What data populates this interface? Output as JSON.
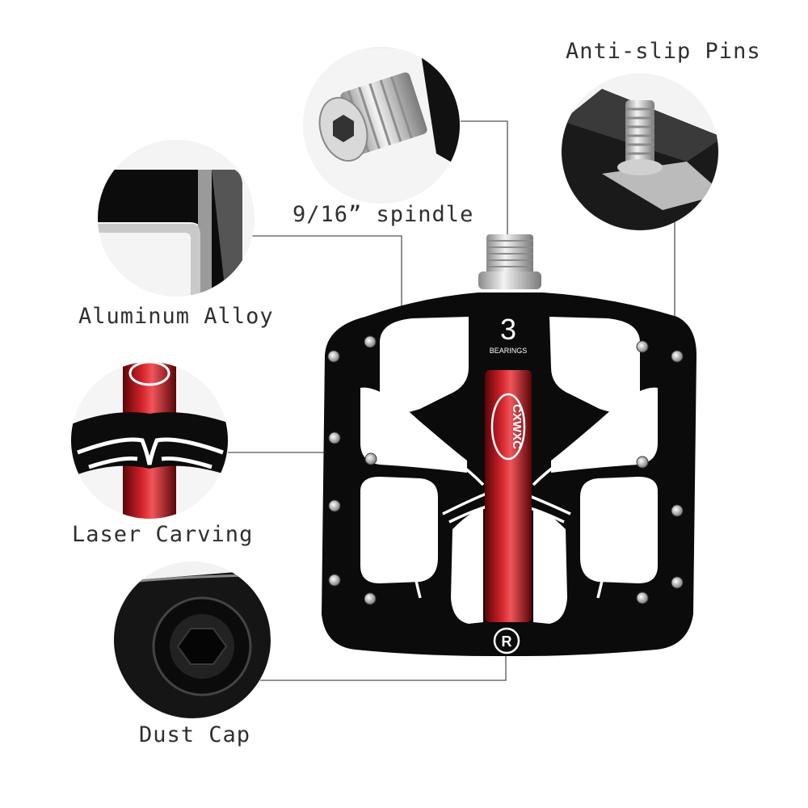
{
  "callouts": {
    "anti_slip": "Anti-slip Pins",
    "spindle": "9/16” spindle",
    "alloy": "Aluminum Alloy",
    "laser": "Laser Carving",
    "dust_cap": "Dust Cap"
  },
  "pedal": {
    "bearing_count": "3",
    "bearing_label": "BEARINGS",
    "brand": "CXWXC",
    "reflector_mark": "R"
  },
  "colors": {
    "body": "#0b0b0b",
    "axle_red": "#b3141b",
    "metal": "#c8c8c8",
    "line": "#555555"
  }
}
